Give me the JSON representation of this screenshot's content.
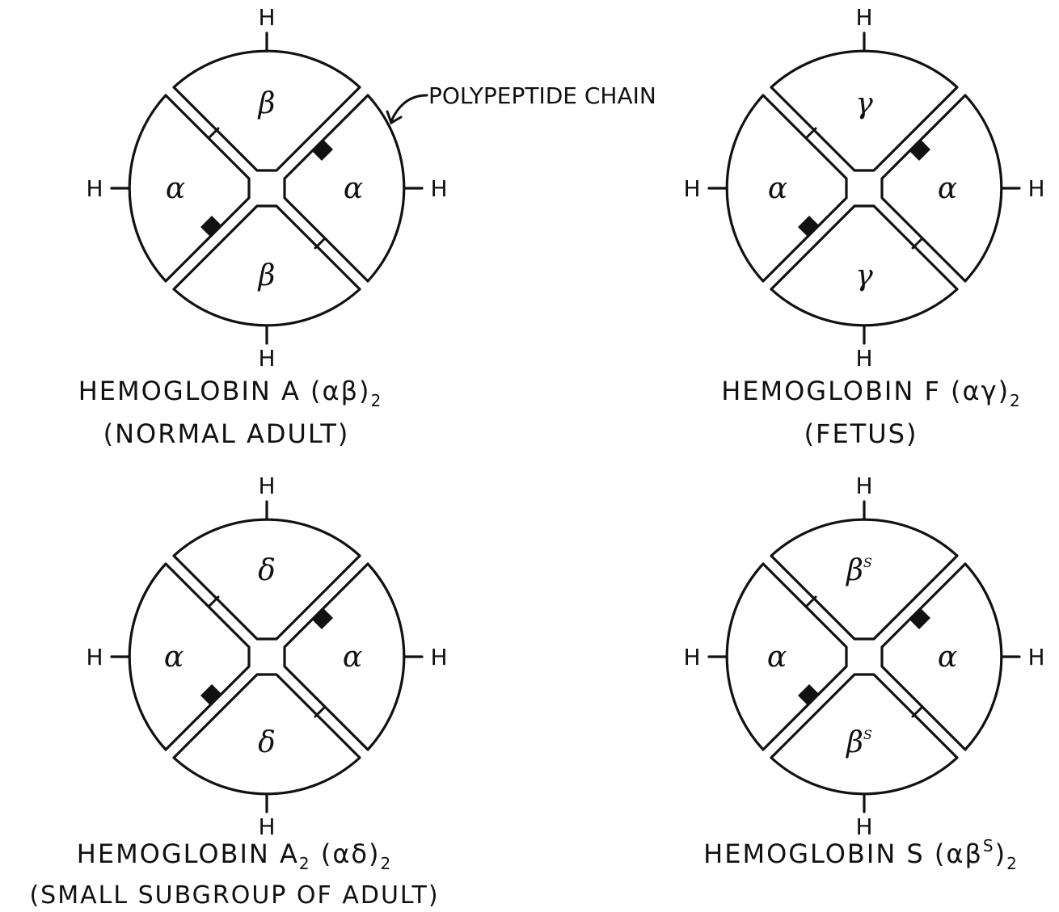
{
  "colors": {
    "ink": "#111111",
    "background": "#ffffff"
  },
  "callout": {
    "label": "POLYPEPTIDE CHAIN"
  },
  "heme_label": "H",
  "molecules": [
    {
      "chains": {
        "top": "β",
        "bottom": "β",
        "left": "α",
        "right": "α"
      },
      "chain_superscript": "",
      "caption": {
        "main": "HEMOGLOBIN A (αβ)",
        "sub": "2",
        "note": "(NORMAL ADULT)"
      }
    },
    {
      "chains": {
        "top": "γ",
        "bottom": "γ",
        "left": "α",
        "right": "α"
      },
      "chain_superscript": "",
      "caption": {
        "main": "HEMOGLOBIN F (αγ)",
        "sub": "2",
        "note": "(FETUS)"
      }
    },
    {
      "chains": {
        "top": "δ",
        "bottom": "δ",
        "left": "α",
        "right": "α"
      },
      "chain_superscript": "",
      "caption": {
        "main_before": "HEMOGLOBIN A",
        "main_sub": "2",
        "main_after": " (αδ)",
        "sub": "2",
        "note": "(SMALL SUBGROUP OF ADULT)"
      }
    },
    {
      "chains": {
        "top": "β",
        "bottom": "β",
        "left": "α",
        "right": "α"
      },
      "chain_superscript": "S",
      "caption": {
        "main": "HEMOGLOBIN S (αβ",
        "main_sup": "S",
        "main_close": ")",
        "sub": "2",
        "note": ""
      }
    }
  ]
}
